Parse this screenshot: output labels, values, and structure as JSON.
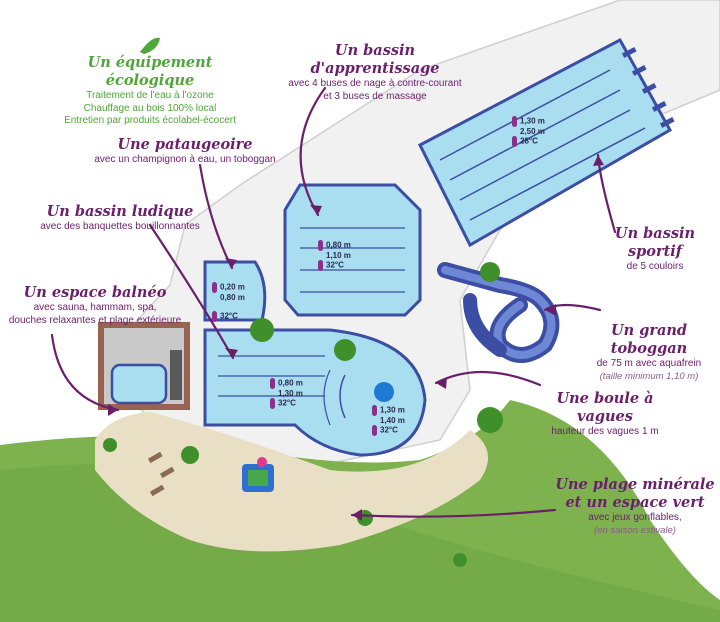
{
  "colors": {
    "accent": "#6b1f6b",
    "eco_green": "#4fa63a",
    "water": "#a9def0",
    "pool_border": "#3b4ea3",
    "grass": "#7db24f",
    "sand": "#e8dfc4"
  },
  "eco": {
    "title": "Un équipement écologique",
    "line1": "Traitement de l'eau à l'ozone",
    "line2": "Chauffage au bois 100% local",
    "line3": "Entretien par produits écolabel-écocert"
  },
  "apprentissage": {
    "title": "Un bassin d'apprentissage",
    "line1": "avec 4 buses de nage à contre-courant",
    "line2": "et 3 buses de massage",
    "depth1": "0,80 m",
    "depth2": "1,10 m",
    "temp": "32°C"
  },
  "pataugeoire": {
    "title": "Une pataugeoire",
    "line1": "avec un champignon à eau, un toboggan",
    "depth1": "0,20 m",
    "depth2": "0,80 m",
    "temp": "32°C"
  },
  "ludique": {
    "title": "Un bassin ludique",
    "line1": "avec des banquettes bouillonnantes",
    "depth1": "0,80 m",
    "depth2": "1,30 m",
    "temp": "32°C"
  },
  "balneo": {
    "title": "Un espace balnéo",
    "line1": "avec sauna, hammam, spa,",
    "line2": "douches relaxantes et plage extérieure"
  },
  "sportif": {
    "title": "Un bassin sportif",
    "line1": "de 5 couloirs",
    "depth1": "1,30 m",
    "depth2": "2,50 m",
    "temp": "28°C"
  },
  "toboggan": {
    "title": "Un grand toboggan",
    "line1": "de 75 m avec aquafrein",
    "note": "(taille minimum 1,10 m)"
  },
  "vagues": {
    "title": "Une boule à vagues",
    "line1": "hauteur des vagues 1 m",
    "depth1": "1,30 m",
    "depth2": "1,40 m",
    "temp": "32°C"
  },
  "plage": {
    "title1": "Une plage minérale",
    "title2": "et un espace vert",
    "line1": "avec jeux gonflables,",
    "note": "(en saison estivale)"
  }
}
